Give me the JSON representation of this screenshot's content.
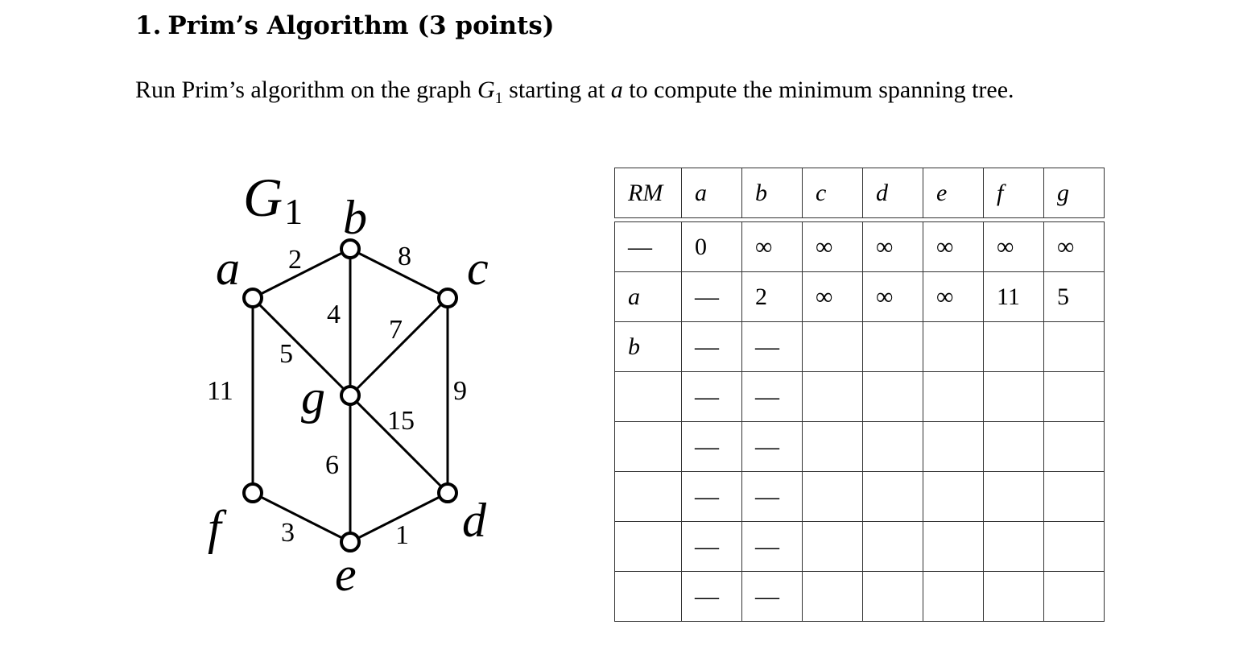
{
  "heading": {
    "number": "1.",
    "title": "Prim’s Algorithm (3 points)"
  },
  "paragraph": {
    "part1": "Run Prim’s algorithm on the graph ",
    "graph_symbol": "G",
    "graph_subscript": "1",
    "part2": " starting at ",
    "start_vertex": "a",
    "part3": " to compute the minimum spanning tree."
  },
  "graph": {
    "name": "G",
    "name_subscript": "1",
    "vertices": [
      "a",
      "b",
      "c",
      "d",
      "e",
      "f",
      "g"
    ],
    "edges": [
      {
        "u": "a",
        "v": "b",
        "w": "2"
      },
      {
        "u": "b",
        "v": "c",
        "w": "8"
      },
      {
        "u": "b",
        "v": "g",
        "w": "4"
      },
      {
        "u": "c",
        "v": "g",
        "w": "7"
      },
      {
        "u": "a",
        "v": "g",
        "w": "5"
      },
      {
        "u": "a",
        "v": "f",
        "w": "11"
      },
      {
        "u": "c",
        "v": "d",
        "w": "9"
      },
      {
        "u": "g",
        "v": "d",
        "w": "15"
      },
      {
        "u": "g",
        "v": "e",
        "w": "6"
      },
      {
        "u": "f",
        "v": "e",
        "w": "3"
      },
      {
        "u": "e",
        "v": "d",
        "w": "1"
      }
    ]
  },
  "table": {
    "header": [
      "RM",
      "a",
      "b",
      "c",
      "d",
      "e",
      "f",
      "g"
    ],
    "rows": [
      [
        "—",
        "0",
        "∞",
        "∞",
        "∞",
        "∞",
        "∞",
        "∞"
      ],
      [
        "a",
        "—",
        "2",
        "∞",
        "∞",
        "∞",
        "11",
        "5"
      ],
      [
        "b",
        "—",
        "—",
        "",
        "",
        "",
        "",
        ""
      ],
      [
        "",
        "—",
        "—",
        "",
        "",
        "",
        "",
        ""
      ],
      [
        "",
        "—",
        "—",
        "",
        "",
        "",
        "",
        ""
      ],
      [
        "",
        "—",
        "—",
        "",
        "",
        "",
        "",
        ""
      ],
      [
        "",
        "—",
        "—",
        "",
        "",
        "",
        "",
        ""
      ],
      [
        "",
        "—",
        "—",
        "",
        "",
        "",
        "",
        ""
      ]
    ]
  }
}
